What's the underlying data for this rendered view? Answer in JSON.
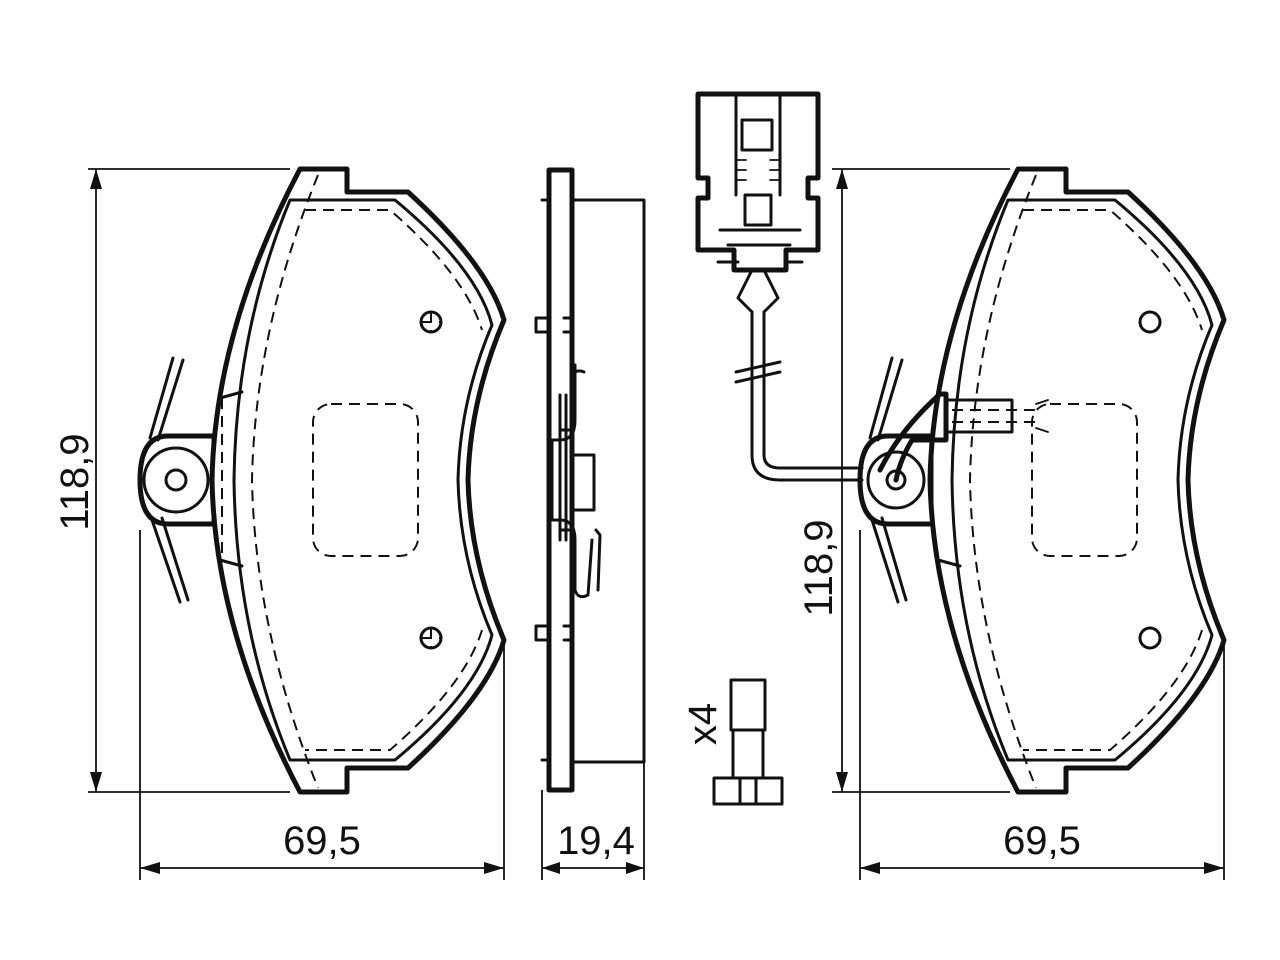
{
  "dimensions": {
    "left_pad_height": "118,9",
    "left_pad_width": "69,5",
    "side_thickness": "19,4",
    "right_pad_height": "118,9",
    "right_pad_width": "69,5"
  },
  "accessory": {
    "bolt_quantity": "x4"
  }
}
